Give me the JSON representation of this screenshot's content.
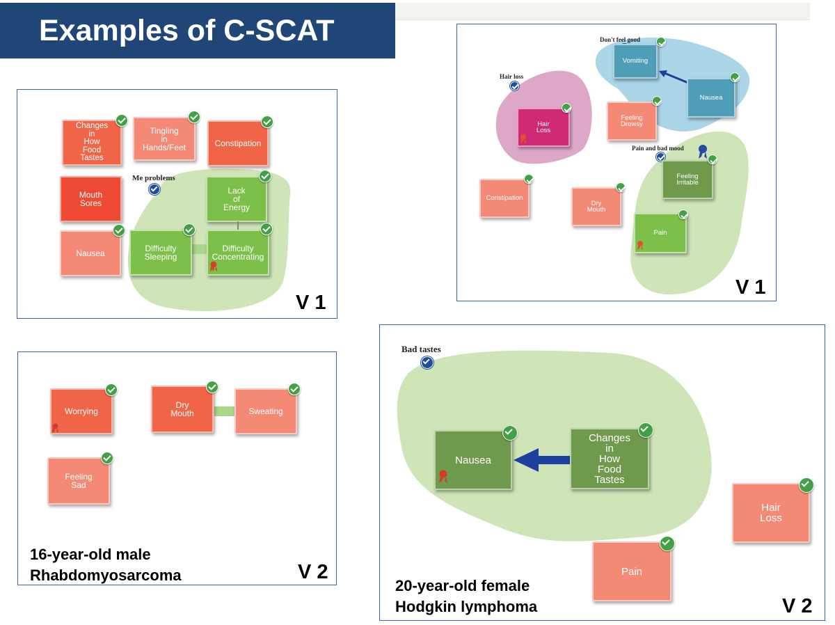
{
  "title": "Examples of C-SCAT",
  "colors": {
    "title_bg": "#1f4677",
    "panel_border": "#3e64a3",
    "symptom_red": "#f06548",
    "symptom_green": "#7cc04a",
    "group_green": "#cfe5b8",
    "group_blue": "#aad6e8",
    "group_pink": "#dda8c8"
  },
  "panel1": {
    "version": "V 1",
    "group_label": "Me problems",
    "cards": [
      "Changes\nin\nHow\nFood\nTastes",
      "Tingling\nin\nHands/Feet",
      "Constipation",
      "Mouth\nSores",
      "Lack\nof\nEnergy",
      "Nausea",
      "Difficulty\nSleeping",
      "Difficulty\nConcentrating"
    ]
  },
  "panel2": {
    "version": "V 1",
    "group_labels": [
      "Don't feel good",
      "Hair loss",
      "Pain and bad mood"
    ],
    "cards": [
      "Vomiting",
      "Nausea",
      "Hair\nLoss",
      "Feeling\nDrowsy",
      "Feeling\nIrritable",
      "Constipation",
      "Dry\nMouth",
      "Pain"
    ]
  },
  "panel3": {
    "version": "V 2",
    "cards": [
      "Worrying",
      "Dry\nMouth",
      "Sweating",
      "Feeling\nSad"
    ],
    "caption": "16-year-old male\nRhabdomyosarcoma"
  },
  "panel4": {
    "version": "V 2",
    "group_label": "Bad tastes",
    "cards": [
      "Nausea",
      "Changes\nin\nHow\nFood\nTastes",
      "Hair\nLoss",
      "Pain"
    ],
    "caption": "20-year-old female\nHodgkin lymphoma"
  }
}
